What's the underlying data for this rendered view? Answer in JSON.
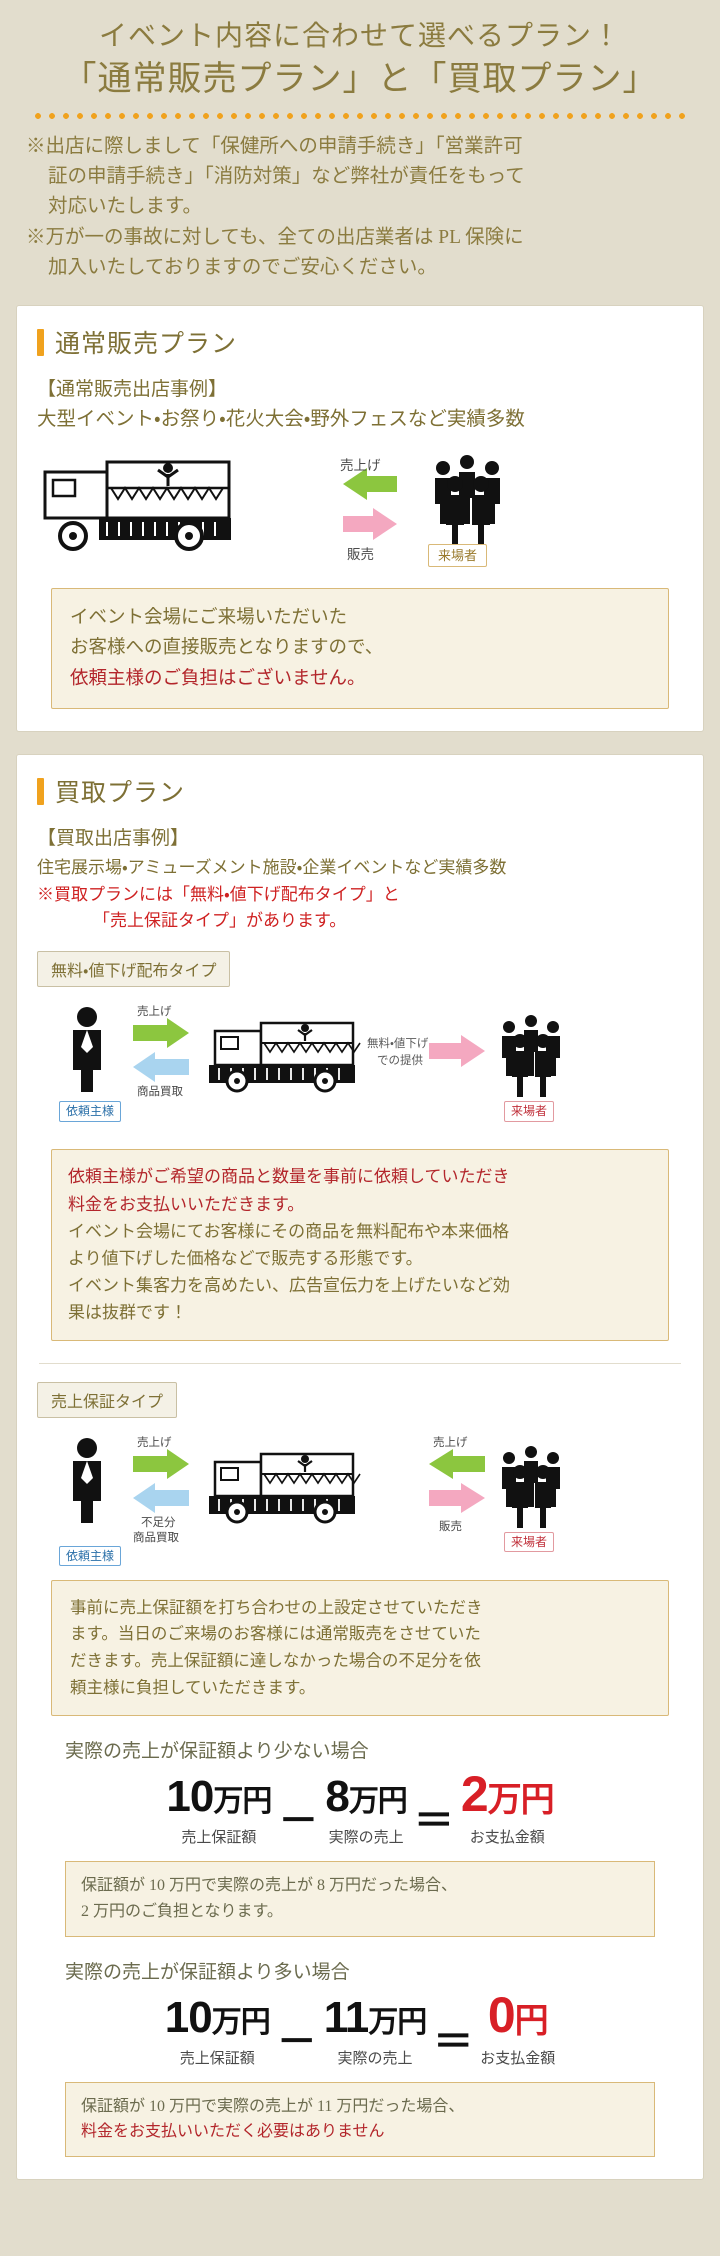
{
  "header": {
    "line1": "イベント内容に合わせて選べるプラン！",
    "line2": "「通常販売プラン」と「買取プラン」",
    "notices": [
      {
        "mark": "※",
        "lines": [
          "出店に際しまして「保健所への申請手続き」「営業許可",
          "証の申請手続き」「消防対策」など弊社が責任をもって",
          "対応いたします。"
        ]
      },
      {
        "mark": "※",
        "lines": [
          "万が一の事故に対しても、全ての出店業者は PL 保険に",
          "加入いたしておりますのでご安心ください。"
        ]
      }
    ]
  },
  "plan1": {
    "title": "通常販売プラン",
    "example_head": "【通常販売出店事例】",
    "example_sub": "大型イベント・お祭り・花火大会・野外フェスなど実績多数",
    "diagram": {
      "arrow_up_label": "売上げ",
      "arrow_down_label": "販売",
      "visitor_label": "来場者"
    },
    "callout_lines": [
      "イベント会場にご来場いただいた",
      "お客様への直接販売となりますので、"
    ],
    "callout_emphasis": "依頼主様のご負担はございません。"
  },
  "plan2": {
    "title": "買取プラン",
    "example_head": "【買取出店事例】",
    "example_sub": "住宅展示場・アミューズメント施設・企業イベントなど実績多数",
    "red_note_line1": "※買取プランには「無料・値下げ配布タイプ」と",
    "red_note_line2": "「売上保証タイプ」があります。",
    "typeA": {
      "tag": "無料・値下げ配布タイプ",
      "diagram": {
        "client_label": "依頼主様",
        "arrow_top": "売上げ",
        "arrow_bottom": "商品買取",
        "arrow_right_line1": "無料・値下げ",
        "arrow_right_line2": "での提供",
        "visitor_label": "来場者"
      },
      "callout": [
        {
          "text": "依頼主様がご希望の商品と数量を事前に依頼していただき",
          "emphasis": true
        },
        {
          "text": "料金をお支払いいただきます。",
          "emphasis": true
        },
        {
          "text": "イベント会場にてお客様にその商品を無料配布や本来価格",
          "emphasis": false
        },
        {
          "text": "より値下げした価格などで販売する形態です。",
          "emphasis": false
        },
        {
          "text": "イベント集客力を高めたい、広告宣伝力を上げたいなど効",
          "emphasis": false
        },
        {
          "text": "果は抜群です！",
          "emphasis": false
        }
      ]
    },
    "typeB": {
      "tag": "売上保証タイプ",
      "diagram": {
        "client_label": "依頼主様",
        "arrow_top": "売上げ",
        "arrow_bottom_line1": "不足分",
        "arrow_bottom_line2": "商品買取",
        "arrow_right_top": "売上げ",
        "arrow_right_bottom": "販売",
        "visitor_label": "来場者"
      },
      "callout": [
        "事前に売上保証額を打ち合わせの上設定させていただき",
        "ます。当日のご来場のお客様には通常販売をさせていた",
        "だきます。売上保証額に達しなかった場合の不足分を依",
        "頼主様に負担していただきます。"
      ],
      "case_less": {
        "intro": "実際の売上が保証額より少ない場合",
        "terms": [
          {
            "value": "10万円",
            "number": "10",
            "unit": "万円",
            "caption": "売上保証額",
            "color": "#111111"
          },
          {
            "op": "－"
          },
          {
            "value": "8万円",
            "number": "8",
            "unit": "万円",
            "caption": "実際の売上",
            "color": "#111111"
          },
          {
            "op": "＝"
          },
          {
            "value": "2万円",
            "number": "2",
            "unit": "万円",
            "caption": "お支払金額",
            "color": "#d81f26"
          }
        ],
        "note_line1": "保証額が 10 万円で実際の売上が 8 万円だった場合、",
        "note_line2": "2 万円のご負担となります。"
      },
      "case_more": {
        "intro": "実際の売上が保証額より多い場合",
        "terms": [
          {
            "value": "10万円",
            "number": "10",
            "unit": "万円",
            "caption": "売上保証額",
            "color": "#111111"
          },
          {
            "op": "－"
          },
          {
            "value": "11万円",
            "number": "11",
            "unit": "万円",
            "caption": "実際の売上",
            "color": "#111111"
          },
          {
            "op": "＝"
          },
          {
            "value": "0円",
            "number": "0",
            "unit": "円",
            "caption": "お支払金額",
            "color": "#d81f26"
          }
        ],
        "note_line1": "保証額が 10 万円で実際の売上が 11 万円だった場合、",
        "note_line2": "料金をお支払いいただく必要はありません"
      }
    }
  },
  "colors": {
    "page_bg": "#e2ddcd",
    "gold_text": "#8b7b3f",
    "accent_orange": "#f0a21e",
    "red": "#d81f26",
    "dark_red": "#b3262b",
    "green_arrow": "#8cc63f",
    "pink_arrow": "#f4a8c0",
    "blue_arrow": "#a9d4ef",
    "callout_bg": "#f7f2e3",
    "callout_border": "#d9b978"
  }
}
